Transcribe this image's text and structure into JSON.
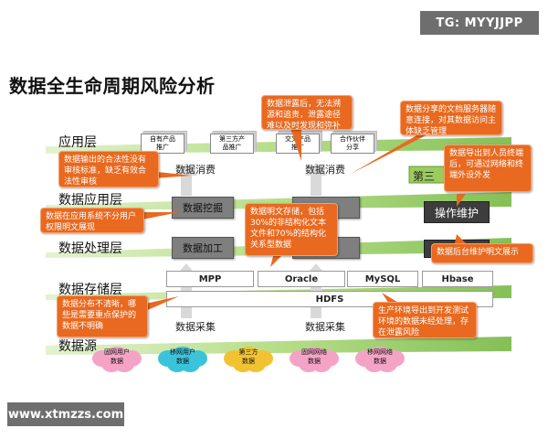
{
  "watermark_top": "TG: MYYJJPP",
  "watermark_bottom": "www.xtmzzs.com",
  "title": "数据全生命周期风险分析",
  "layers": {
    "app": "应用层",
    "data_app": "数据应用层",
    "processing": "数据处理层",
    "storage": "数据存储层",
    "source": "数据源"
  },
  "products": [
    "自有产品\n推广",
    "第三方产\n品推广",
    "交叉产品\n推广",
    "合作伙伴\n分享"
  ],
  "consume": [
    "数据消费",
    "数据消费"
  ],
  "third_party_partial": "第三",
  "gray_boxes": {
    "mining": "数据挖掘",
    "processing": "数据加工"
  },
  "ops_box": "操作维护",
  "databases": [
    "MPP",
    "Oracle",
    "MySQL",
    "Hbase"
  ],
  "hdfs": "HDFS",
  "collect": [
    "数据采集",
    "数据采集"
  ],
  "sources": [
    {
      "line1": "固网用户",
      "line2": "数据",
      "color": "#f4a3c6"
    },
    {
      "line1": "移网用户",
      "line2": "数据",
      "color": "#3bc3da"
    },
    {
      "line1": "第三方",
      "line2": "数据",
      "color": "#f1c232"
    },
    {
      "line1": "固网网络",
      "line2": "数据",
      "color": "#f4a3c6"
    },
    {
      "line1": "移网网络",
      "line2": "数据",
      "color": "#f4a3c6"
    }
  ],
  "callouts": {
    "leak": "数据泄露后，无法溯源和追责，泄露途径难以及时发现和弥补",
    "share": "数据分享的文档服务器随意连接，对其数据访问主体缺乏管理",
    "export": "数据输出的合法性没有审核标准，缺乏有效合法性审核",
    "download": "数据导出到人员终端后，可通过网络和终端外设外发",
    "app_plain": "数据在应用系统不分用户权限明文展现",
    "plain_storage": "数据明文存储，包括30%的非结构化文本文件和70%的结构化关系型数据",
    "ops_plain": "数据后台维护明文展示",
    "distribution": "数据分布不清晰，哪些是需要重点保护的数据不明确",
    "test_env": "生产环境导出到开发测试环境的数据未经处理，存在泄露风险"
  },
  "colors": {
    "callout": "#e8691f",
    "band": "#9fd06a",
    "gray_box": "#7f7f7f",
    "dark_box": "#3d3d3d"
  }
}
